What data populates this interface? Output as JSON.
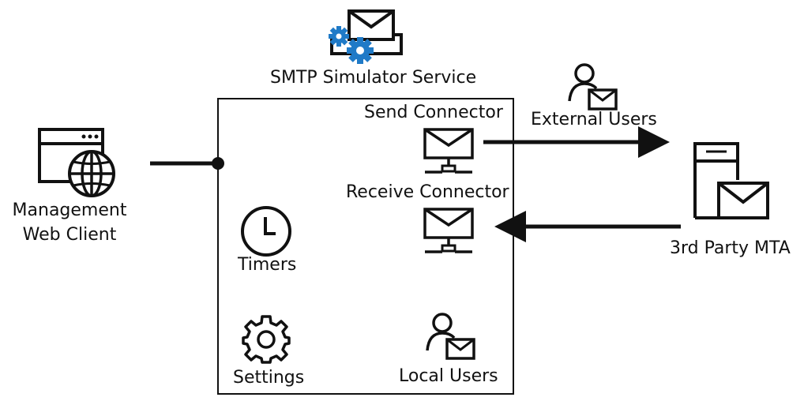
{
  "service": {
    "title": "SMTP Simulator Service",
    "icon": "mail-server-gears-icon",
    "accent_color": "#1f7ac7"
  },
  "client": {
    "line1": "Management",
    "line2": "Web Client",
    "icon": "web-browser-globe-icon"
  },
  "components": {
    "send_connector": "Send Connector",
    "receive_connector": "Receive Connector",
    "timers": "Timers",
    "settings": "Settings",
    "local_users": "Local Users"
  },
  "external": {
    "users_label": "External Users",
    "mta_label": "3rd Party MTA"
  },
  "icons": {
    "connector": "network-mail-icon",
    "timer": "clock-icon",
    "settings": "gear-icon",
    "user_mail": "user-mail-icon",
    "mta": "server-mail-icon"
  }
}
